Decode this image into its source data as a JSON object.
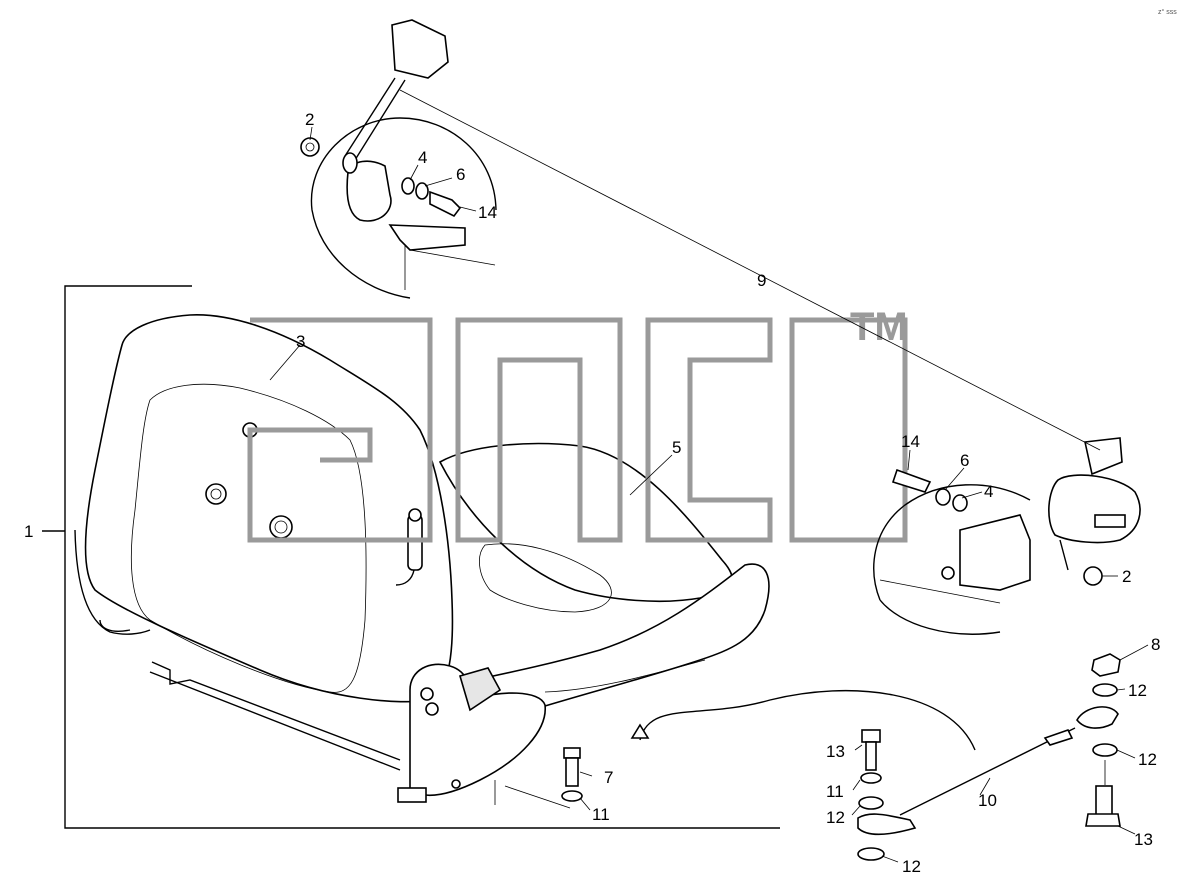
{
  "corner_code": "z° sss",
  "watermark": {
    "letters": "",
    "trademark": "TM"
  },
  "callouts": [
    {
      "id": "c1",
      "text": "1"
    },
    {
      "id": "c2a",
      "text": "2"
    },
    {
      "id": "c2b",
      "text": "2"
    },
    {
      "id": "c3",
      "text": "3"
    },
    {
      "id": "c4a",
      "text": "4"
    },
    {
      "id": "c4b",
      "text": "4"
    },
    {
      "id": "c5",
      "text": "5"
    },
    {
      "id": "c6a",
      "text": "6"
    },
    {
      "id": "c6b",
      "text": "6"
    },
    {
      "id": "c7",
      "text": "7"
    },
    {
      "id": "c8",
      "text": "8"
    },
    {
      "id": "c9",
      "text": "9"
    },
    {
      "id": "c10",
      "text": "10"
    },
    {
      "id": "c11a",
      "text": "11"
    },
    {
      "id": "c11b",
      "text": "11"
    },
    {
      "id": "c12a",
      "text": "12"
    },
    {
      "id": "c12b",
      "text": "12"
    },
    {
      "id": "c12c",
      "text": "12"
    },
    {
      "id": "c12d",
      "text": "12"
    },
    {
      "id": "c13a",
      "text": "13"
    },
    {
      "id": "c13b",
      "text": "13"
    },
    {
      "id": "c14a",
      "text": "14"
    },
    {
      "id": "c14b",
      "text": "14"
    }
  ]
}
